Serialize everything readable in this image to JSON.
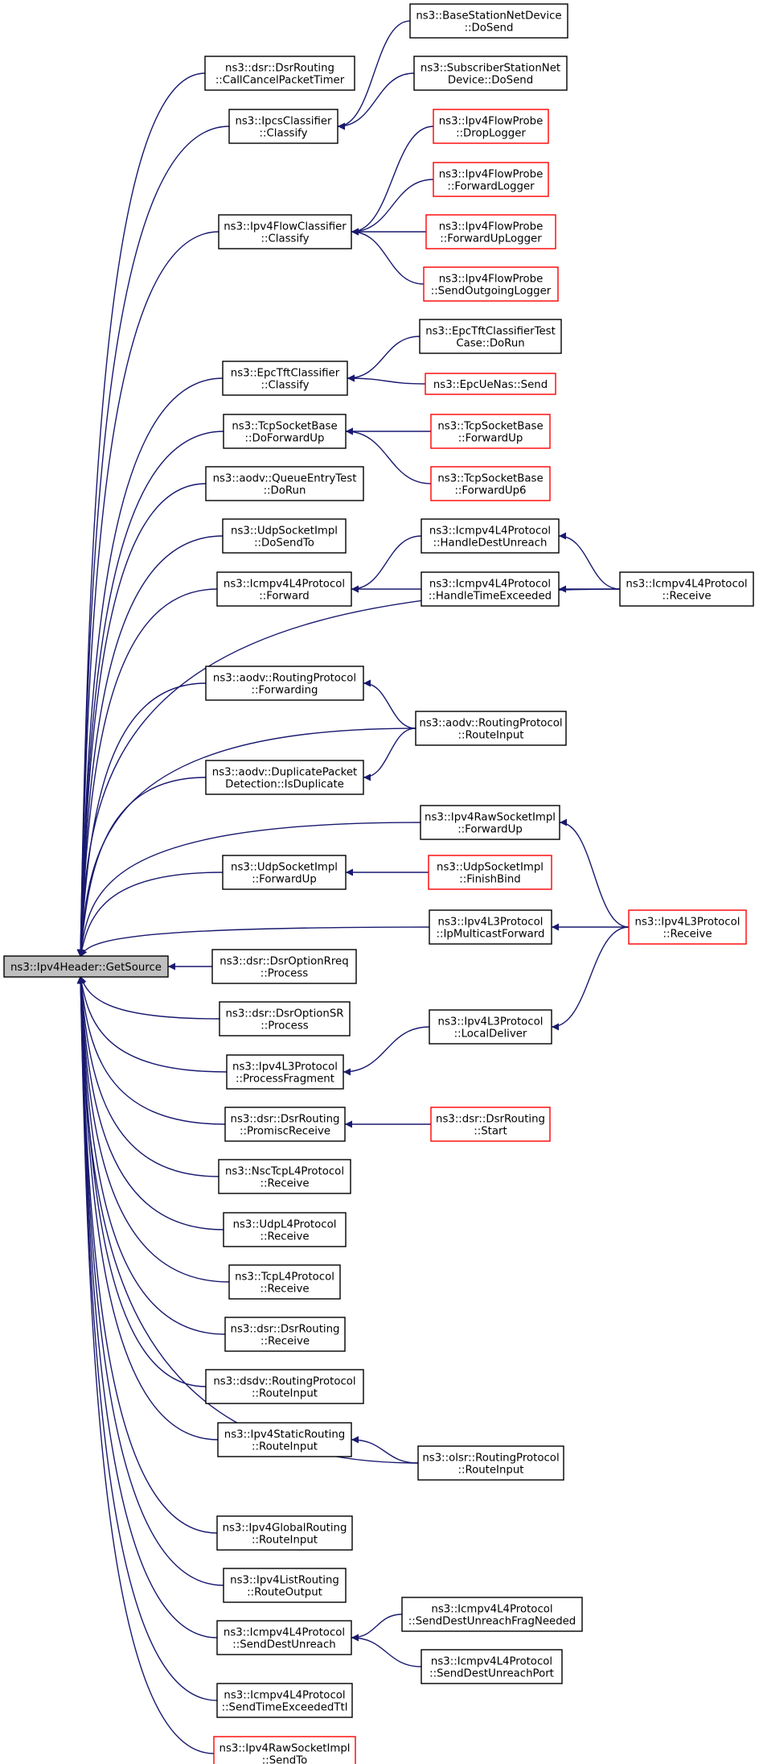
{
  "root": {
    "id": "root",
    "lines": [
      "ns3::Ipv4Header::GetSource"
    ],
    "style": "root"
  },
  "nodes": [
    {
      "id": "n1",
      "lines": [
        "ns3::dsr::DsrRouting",
        "::CallCancelPacketTimer"
      ],
      "style": "black"
    },
    {
      "id": "n2",
      "lines": [
        "ns3::IpcsClassifier",
        "::Classify"
      ],
      "style": "black"
    },
    {
      "id": "n3",
      "lines": [
        "ns3::BaseStationNetDevice",
        "::DoSend"
      ],
      "style": "black"
    },
    {
      "id": "n4",
      "lines": [
        "ns3::SubscriberStationNet",
        "Device::DoSend"
      ],
      "style": "black"
    },
    {
      "id": "n5",
      "lines": [
        "ns3::Ipv4FlowClassifier",
        "::Classify"
      ],
      "style": "black"
    },
    {
      "id": "n6",
      "lines": [
        "ns3::Ipv4FlowProbe",
        "::DropLogger"
      ],
      "style": "red"
    },
    {
      "id": "n7",
      "lines": [
        "ns3::Ipv4FlowProbe",
        "::ForwardLogger"
      ],
      "style": "red"
    },
    {
      "id": "n8",
      "lines": [
        "ns3::Ipv4FlowProbe",
        "::ForwardUpLogger"
      ],
      "style": "red"
    },
    {
      "id": "n9",
      "lines": [
        "ns3::Ipv4FlowProbe",
        "::SendOutgoingLogger"
      ],
      "style": "red"
    },
    {
      "id": "n10",
      "lines": [
        "ns3::EpcTftClassifier",
        "::Classify"
      ],
      "style": "black"
    },
    {
      "id": "n11",
      "lines": [
        "ns3::EpcTftClassifierTest",
        "Case::DoRun"
      ],
      "style": "black"
    },
    {
      "id": "n12",
      "lines": [
        "ns3::EpcUeNas::Send"
      ],
      "style": "red"
    },
    {
      "id": "n13",
      "lines": [
        "ns3::TcpSocketBase",
        "::DoForwardUp"
      ],
      "style": "black"
    },
    {
      "id": "n14",
      "lines": [
        "ns3::TcpSocketBase",
        "::ForwardUp"
      ],
      "style": "red"
    },
    {
      "id": "n15",
      "lines": [
        "ns3::TcpSocketBase",
        "::ForwardUp6"
      ],
      "style": "red"
    },
    {
      "id": "n16",
      "lines": [
        "ns3::aodv::QueueEntryTest",
        "::DoRun"
      ],
      "style": "black"
    },
    {
      "id": "n17",
      "lines": [
        "ns3::UdpSocketImpl",
        "::DoSendTo"
      ],
      "style": "black"
    },
    {
      "id": "n18",
      "lines": [
        "ns3::Icmpv4L4Protocol",
        "::Forward"
      ],
      "style": "black"
    },
    {
      "id": "n19",
      "lines": [
        "ns3::Icmpv4L4Protocol",
        "::HandleDestUnreach"
      ],
      "style": "black"
    },
    {
      "id": "n20",
      "lines": [
        "ns3::Icmpv4L4Protocol",
        "::HandleTimeExceeded"
      ],
      "style": "black"
    },
    {
      "id": "n21",
      "lines": [
        "ns3::Icmpv4L4Protocol",
        "::Receive"
      ],
      "style": "black"
    },
    {
      "id": "n22",
      "lines": [
        "ns3::aodv::RoutingProtocol",
        "::Forwarding"
      ],
      "style": "black"
    },
    {
      "id": "n23",
      "lines": [
        "ns3::aodv::RoutingProtocol",
        "::RouteInput"
      ],
      "style": "black"
    },
    {
      "id": "n24",
      "lines": [
        "ns3::aodv::DuplicatePacket",
        "Detection::IsDuplicate"
      ],
      "style": "black"
    },
    {
      "id": "n25",
      "lines": [
        "ns3::Ipv4RawSocketImpl",
        "::ForwardUp"
      ],
      "style": "black"
    },
    {
      "id": "n26",
      "lines": [
        "ns3::UdpSocketImpl",
        "::ForwardUp"
      ],
      "style": "black"
    },
    {
      "id": "n27",
      "lines": [
        "ns3::UdpSocketImpl",
        "::FinishBind"
      ],
      "style": "red"
    },
    {
      "id": "n28",
      "lines": [
        "ns3::Ipv4L3Protocol",
        "::IpMulticastForward"
      ],
      "style": "black"
    },
    {
      "id": "n29",
      "lines": [
        "ns3::Ipv4L3Protocol",
        "::Receive"
      ],
      "style": "red"
    },
    {
      "id": "n30",
      "lines": [
        "ns3::dsr::DsrOptionRreq",
        "::Process"
      ],
      "style": "black"
    },
    {
      "id": "n31",
      "lines": [
        "ns3::dsr::DsrOptionSR",
        "::Process"
      ],
      "style": "black"
    },
    {
      "id": "n32",
      "lines": [
        "ns3::Ipv4L3Protocol",
        "::LocalDeliver"
      ],
      "style": "black"
    },
    {
      "id": "n33",
      "lines": [
        "ns3::Ipv4L3Protocol",
        "::ProcessFragment"
      ],
      "style": "black"
    },
    {
      "id": "n34",
      "lines": [
        "ns3::dsr::DsrRouting",
        "::PromiscReceive"
      ],
      "style": "black"
    },
    {
      "id": "n35",
      "lines": [
        "ns3::dsr::DsrRouting",
        "::Start"
      ],
      "style": "red"
    },
    {
      "id": "n36",
      "lines": [
        "ns3::NscTcpL4Protocol",
        "::Receive"
      ],
      "style": "black"
    },
    {
      "id": "n37",
      "lines": [
        "ns3::UdpL4Protocol",
        "::Receive"
      ],
      "style": "black"
    },
    {
      "id": "n38",
      "lines": [
        "ns3::TcpL4Protocol",
        "::Receive"
      ],
      "style": "black"
    },
    {
      "id": "n39",
      "lines": [
        "ns3::dsr::DsrRouting",
        "::Receive"
      ],
      "style": "black"
    },
    {
      "id": "n40",
      "lines": [
        "ns3::dsdv::RoutingProtocol",
        "::RouteInput"
      ],
      "style": "black"
    },
    {
      "id": "n41",
      "lines": [
        "ns3::Ipv4StaticRouting",
        "::RouteInput"
      ],
      "style": "black"
    },
    {
      "id": "n42",
      "lines": [
        "ns3::olsr::RoutingProtocol",
        "::RouteInput"
      ],
      "style": "black"
    },
    {
      "id": "n43",
      "lines": [
        "ns3::Ipv4GlobalRouting",
        "::RouteInput"
      ],
      "style": "black"
    },
    {
      "id": "n44",
      "lines": [
        "ns3::Ipv4ListRouting",
        "::RouteOutput"
      ],
      "style": "black"
    },
    {
      "id": "n45",
      "lines": [
        "ns3::Icmpv4L4Protocol",
        "::SendDestUnreach"
      ],
      "style": "black"
    },
    {
      "id": "n46",
      "lines": [
        "ns3::Icmpv4L4Protocol",
        "::SendDestUnreachFragNeeded"
      ],
      "style": "black"
    },
    {
      "id": "n47",
      "lines": [
        "ns3::Icmpv4L4Protocol",
        "::SendDestUnreachPort"
      ],
      "style": "black"
    },
    {
      "id": "n48",
      "lines": [
        "ns3::Icmpv4L4Protocol",
        "::SendTimeExceededTtl"
      ],
      "style": "black"
    },
    {
      "id": "n49",
      "lines": [
        "ns3::Ipv4RawSocketImpl",
        "::SendTo"
      ],
      "style": "red"
    }
  ],
  "edges": [
    [
      "n1",
      "root"
    ],
    [
      "n2",
      "root"
    ],
    [
      "n5",
      "root"
    ],
    [
      "n10",
      "root"
    ],
    [
      "n13",
      "root"
    ],
    [
      "n16",
      "root"
    ],
    [
      "n17",
      "root"
    ],
    [
      "n18",
      "root"
    ],
    [
      "n21",
      "root"
    ],
    [
      "n22",
      "root"
    ],
    [
      "n23",
      "root"
    ],
    [
      "n24",
      "root"
    ],
    [
      "n25",
      "root"
    ],
    [
      "n26",
      "root"
    ],
    [
      "n28",
      "root"
    ],
    [
      "n30",
      "root"
    ],
    [
      "n31",
      "root"
    ],
    [
      "n33",
      "root"
    ],
    [
      "n34",
      "root"
    ],
    [
      "n36",
      "root"
    ],
    [
      "n37",
      "root"
    ],
    [
      "n38",
      "root"
    ],
    [
      "n39",
      "root"
    ],
    [
      "n40",
      "root"
    ],
    [
      "n41",
      "root"
    ],
    [
      "n42",
      "root"
    ],
    [
      "n43",
      "root"
    ],
    [
      "n44",
      "root"
    ],
    [
      "n45",
      "root"
    ],
    [
      "n48",
      "root"
    ],
    [
      "n49",
      "root"
    ],
    [
      "n3",
      "n2"
    ],
    [
      "n4",
      "n2"
    ],
    [
      "n6",
      "n5"
    ],
    [
      "n7",
      "n5"
    ],
    [
      "n8",
      "n5"
    ],
    [
      "n9",
      "n5"
    ],
    [
      "n11",
      "n10"
    ],
    [
      "n12",
      "n10"
    ],
    [
      "n14",
      "n13"
    ],
    [
      "n15",
      "n13"
    ],
    [
      "n19",
      "n18"
    ],
    [
      "n20",
      "n18"
    ],
    [
      "n21",
      "n19"
    ],
    [
      "n21",
      "n20"
    ],
    [
      "n23",
      "n22"
    ],
    [
      "n23",
      "n24"
    ],
    [
      "n29",
      "n25"
    ],
    [
      "n27",
      "n26"
    ],
    [
      "n29",
      "n28"
    ],
    [
      "n29",
      "n32"
    ],
    [
      "n32",
      "n33"
    ],
    [
      "n35",
      "n34"
    ],
    [
      "n42",
      "n41"
    ],
    [
      "n46",
      "n45"
    ],
    [
      "n47",
      "n45"
    ]
  ],
  "colors": {
    "edge": "#191970",
    "black_border": "#000000",
    "red_border": "#ff0000",
    "root_fill": "#bfbfbf"
  }
}
